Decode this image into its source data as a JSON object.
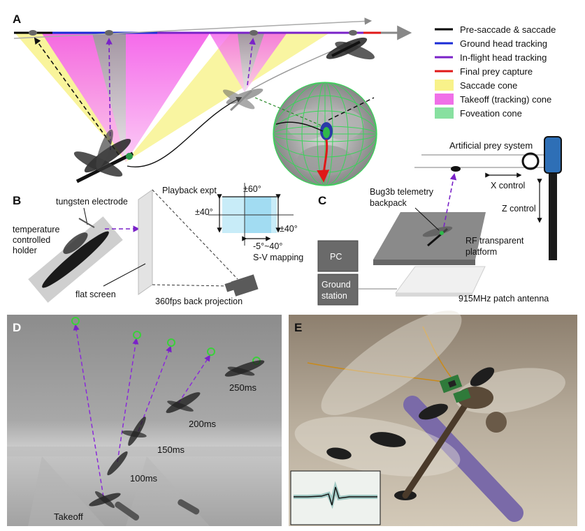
{
  "panels": {
    "a": "A",
    "b": "B",
    "c": "C",
    "d": "D",
    "e": "E"
  },
  "legend": [
    {
      "label": "Pre-saccade & saccade",
      "color": "#000000",
      "kind": "line"
    },
    {
      "label": "Ground head tracking",
      "color": "#1a2bd6",
      "kind": "line"
    },
    {
      "label": "In-flight head tracking",
      "color": "#7a22c8",
      "kind": "line"
    },
    {
      "label": "Final prey capture",
      "color": "#e01818",
      "kind": "line"
    },
    {
      "label": "Saccade cone",
      "color": "#f8f28a",
      "kind": "box"
    },
    {
      "label": "Takeoff (tracking) cone",
      "color": "#f070e8",
      "kind": "box"
    },
    {
      "label": "Foveation cone",
      "color": "#88e0a0",
      "kind": "box"
    }
  ],
  "panel_b": {
    "electrode": "tungsten electrode",
    "holder_l1": "temperature",
    "holder_l2": "controlled",
    "holder_l3": "holder",
    "flat_screen": "flat screen",
    "projection": "360fps back projection",
    "playback": "Playback expt",
    "deg60": "±60°",
    "deg40_left": "±40°",
    "deg40_right": "±40°",
    "range": "-5°~40°",
    "sv_mapping": "S-V mapping"
  },
  "panel_c": {
    "artificial_prey": "Artificial prey system",
    "x_control": "X control",
    "z_control": "Z control",
    "bug3b_l1": "Bug3b telemetry",
    "bug3b_l2": "backpack",
    "rf_l1": "RF transparent",
    "rf_l2": "platform",
    "pc": "PC",
    "ground_l1": "Ground",
    "ground_l2": "station",
    "antenna": "915MHz patch antenna"
  },
  "panel_d": {
    "t250": "250ms",
    "t200": "200ms",
    "t150": "150ms",
    "t100": "100ms",
    "takeoff": "Takeoff"
  },
  "colors": {
    "trajectory": "#7a22c8",
    "prey_marker": "#3ad03a"
  }
}
